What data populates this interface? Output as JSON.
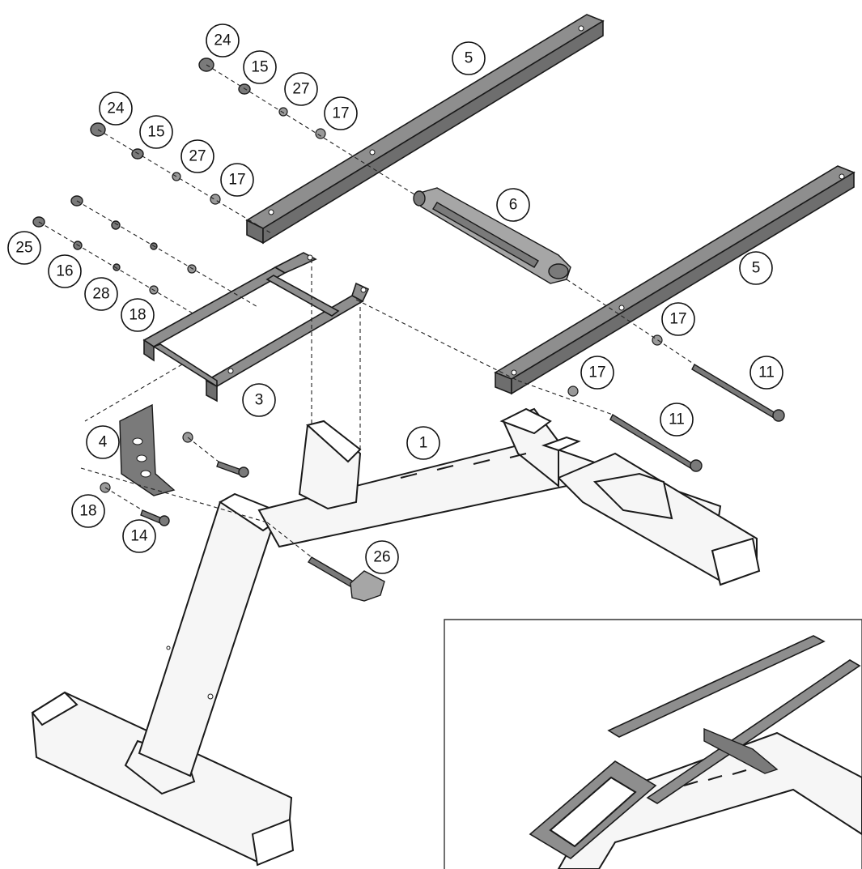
{
  "callouts": [
    {
      "label": "24"
    },
    {
      "label": "15"
    },
    {
      "label": "27"
    },
    {
      "label": "17"
    },
    {
      "label": "24"
    },
    {
      "label": "15"
    },
    {
      "label": "27"
    },
    {
      "label": "17"
    },
    {
      "label": "25"
    },
    {
      "label": "16"
    },
    {
      "label": "28"
    },
    {
      "label": "18"
    },
    {
      "label": "5"
    },
    {
      "label": "6"
    },
    {
      "label": "5"
    },
    {
      "label": "17"
    },
    {
      "label": "11"
    },
    {
      "label": "17"
    },
    {
      "label": "11"
    },
    {
      "label": "3"
    },
    {
      "label": "1"
    },
    {
      "label": "4"
    },
    {
      "label": "18"
    },
    {
      "label": "14"
    },
    {
      "label": "26"
    }
  ],
  "colors": {
    "tube": "#8e8e8e",
    "frame": "#f6f6f6",
    "line": "#1a1a1a"
  }
}
